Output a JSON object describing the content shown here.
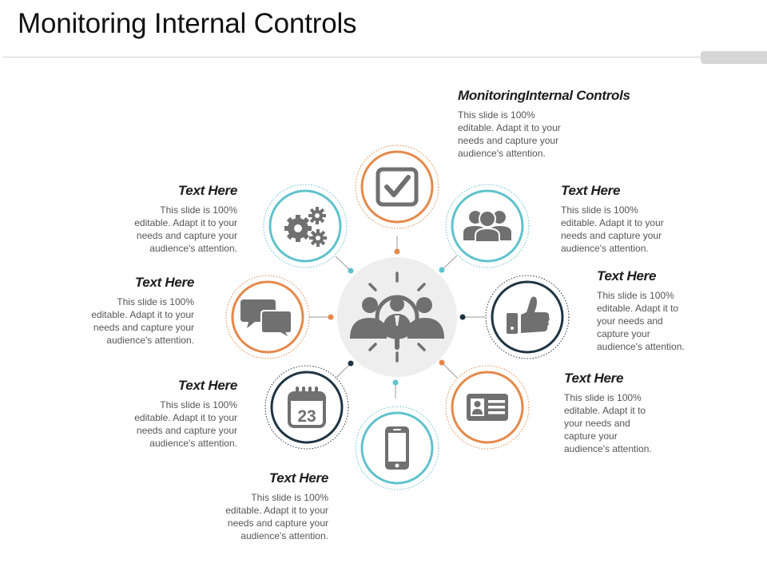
{
  "slide": {
    "title": "Monitoring Internal Controls"
  },
  "colors": {
    "orange": "#E5894A",
    "teal": "#5FC2CC",
    "navy": "#1F3442",
    "gray": "#707070",
    "hub": "#EEEEEE"
  },
  "items": [
    {
      "id": "top",
      "heading": "MonitoringInternal Controls",
      "body_lines": [
        "This slide is 100%",
        "editable. Adapt it to your",
        "needs and capture your",
        "audience's attention."
      ],
      "icon": "checkbox-icon",
      "ring": "orange"
    },
    {
      "id": "top-right",
      "heading": "Text Here",
      "body_lines": [
        "This slide is 100%",
        "editable. Adapt it to your",
        "needs and capture your",
        "audience's attention."
      ],
      "icon": "team-icon",
      "ring": "teal"
    },
    {
      "id": "right",
      "heading": "Text Here",
      "body_lines": [
        "This slide is 100%",
        "editable. Adapt it to",
        "your needs and",
        "capture your",
        "audience's attention."
      ],
      "icon": "thumbs-up-icon",
      "ring": "navy"
    },
    {
      "id": "bottom-right",
      "heading": "Text Here",
      "body_lines": [
        "This slide is 100%",
        "editable. Adapt it to",
        "your needs and",
        "capture your",
        "audience's attention."
      ],
      "icon": "id-card-icon",
      "ring": "orange"
    },
    {
      "id": "bottom",
      "heading": "Text Here",
      "body_lines": [
        "This slide is 100%",
        "editable. Adapt it to your",
        "needs and capture your",
        "audience's attention."
      ],
      "icon": "smartphone-icon",
      "ring": "teal"
    },
    {
      "id": "bottom-left",
      "heading": "Text Here",
      "body_lines": [
        "This slide is 100%",
        "editable. Adapt it to your",
        "needs and capture your",
        "audience's attention."
      ],
      "icon": "calendar-icon",
      "ring": "navy",
      "icon_text": "23"
    },
    {
      "id": "left",
      "heading": "Text Here",
      "body_lines": [
        "This slide is 100%",
        "editable. Adapt it to your",
        "needs and capture your",
        "audience's attention."
      ],
      "icon": "chat-bubbles-icon",
      "ring": "orange"
    },
    {
      "id": "top-left",
      "heading": "Text Here",
      "body_lines": [
        "This slide is 100%",
        "editable. Adapt it to your",
        "needs and capture your",
        "audience's attention."
      ],
      "icon": "gears-icon",
      "ring": "teal"
    }
  ],
  "hub": {
    "icon": "business-team-magnifier-icon"
  }
}
